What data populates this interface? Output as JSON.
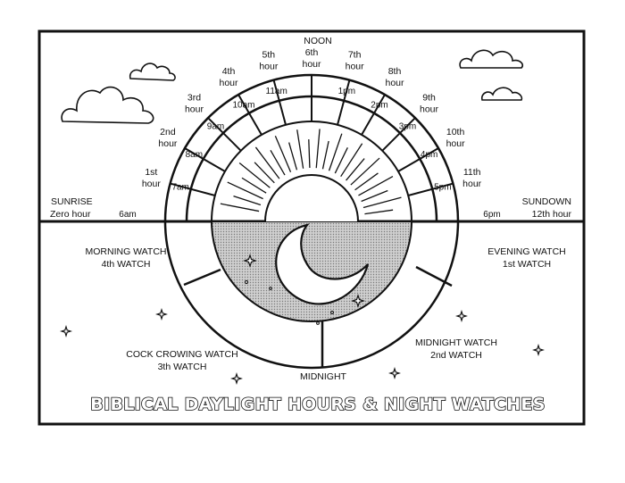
{
  "title": "BIBLICAL DAYLIGHT HOURS & NIGHT WATCHES",
  "noon": "NOON",
  "midnight": "MIDNIGHT",
  "sunrise": {
    "name": "SUNRISE",
    "hour": "Zero hour",
    "time": "6am"
  },
  "sundown": {
    "name": "SUNDOWN",
    "hour": "12th hour",
    "time": "6pm"
  },
  "hours": [
    {
      "hour": "1st hour",
      "time": "7am"
    },
    {
      "hour": "2nd hour",
      "time": "8am"
    },
    {
      "hour": "3rd hour",
      "time": "9am"
    },
    {
      "hour": "4th hour",
      "time": "10am"
    },
    {
      "hour": "5th hour",
      "time": "11am"
    },
    {
      "hour": "6th hour",
      "time": ""
    },
    {
      "hour": "7th hour",
      "time": "1pm"
    },
    {
      "hour": "8th hour",
      "time": "2pm"
    },
    {
      "hour": "9th hour",
      "time": "3pm"
    },
    {
      "hour": "10th hour",
      "time": "4pm"
    },
    {
      "hour": "11th hour",
      "time": "5pm"
    }
  ],
  "watches": {
    "evening": {
      "name": "EVENING WATCH",
      "num": "1st WATCH"
    },
    "midnight": {
      "name": "MIDNIGHT WATCH",
      "num": "2nd WATCH"
    },
    "cock": {
      "name": "COCK CROWING WATCH",
      "num": "3th WATCH"
    },
    "morning": {
      "name": "MORNING WATCH",
      "num": "4th WATCH"
    }
  },
  "icons": [
    "sun-icon",
    "moon-icon",
    "cloud-icon",
    "star-icon"
  ]
}
